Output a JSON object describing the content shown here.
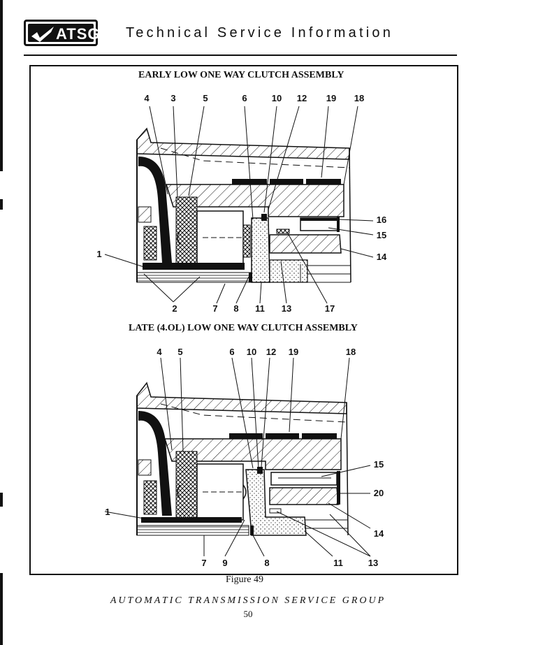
{
  "header": {
    "logo_text": "ATSG",
    "title": "Technical Service Information"
  },
  "figure_top": {
    "title": "EARLY LOW ONE WAY CLUTCH ASSEMBLY",
    "callouts_top": [
      "4",
      "3",
      "5",
      "6",
      "10",
      "12",
      "19",
      "18"
    ],
    "callouts_right": [
      "16",
      "15",
      "14"
    ],
    "callout_left": "1",
    "callouts_bottom": [
      "2",
      "7",
      "8",
      "11",
      "13",
      "17"
    ]
  },
  "figure_bottom": {
    "title": "LATE (4.OL) LOW ONE WAY CLUTCH ASSEMBLY",
    "callouts_top": [
      "4",
      "5",
      "6",
      "10",
      "12",
      "19",
      "18"
    ],
    "callouts_right": [
      "15",
      "20",
      "14"
    ],
    "callout_left": "1",
    "callouts_bottom": [
      "7",
      "9",
      "8",
      "11",
      "13"
    ]
  },
  "caption": "Figure 49",
  "footer": "AUTOMATIC TRANSMISSION SERVICE GROUP",
  "page_number": "50"
}
